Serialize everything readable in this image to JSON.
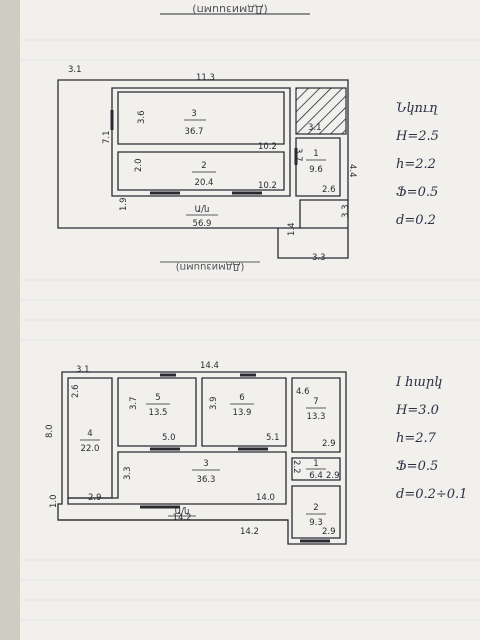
{
  "header": {
    "top_text": "(Ддмизuuмп)",
    "mid_text": "(Ддмизuuмп)"
  },
  "upper_plan": {
    "dim_outer_left": "3.1",
    "dim_top": "11.3",
    "dim_left_height": "7.1",
    "dim_room3_height": "3.6",
    "dim_room2_height": "2.0",
    "dim_bottom_left": "1.9",
    "dim_front_right": "10.2",
    "dim_front_bottom": "10.2",
    "dim_small_top": "3.7",
    "dim_small_right": "2.6",
    "dim_right_height": "4.4",
    "dim_right_lower": "3.3",
    "dim_step": "1.4",
    "dim_step_bottom": "3.3",
    "dim_hatched": "3.1",
    "room_3_num": "3",
    "room_3_area": "36.7",
    "room_2_num": "2",
    "room_2_area": "20.4",
    "room_1_num": "1",
    "room_1_area": "9.6",
    "total_label": "Ա/ն",
    "total_area": "56.9"
  },
  "upper_notes": {
    "title": "Նկուղ",
    "H": "H=2.5",
    "h": "h=2.2",
    "D": "Ֆ=0.5",
    "d": "d=0.2"
  },
  "lower_plan": {
    "dim_outer_left": "3.1",
    "dim_top": "14.4",
    "dim_left_upper": "2.6",
    "dim_left_height": "8.0",
    "dim_left_bottom": "2.9",
    "dim_offset": "1.0",
    "dim_bottom_inner": "14.0",
    "dim_total_bottom": "14.2",
    "dim_bottom_right": "14.2",
    "dim_room5_left": "3.7",
    "dim_room6_left": "3.9",
    "dim_room5_bottom": "5.0",
    "dim_room6_bottom": "5.1",
    "dim_room3_left": "3.3",
    "dim_room7_top": "4.6",
    "dim_room1_top": "2.9",
    "dim_room1_left": "2.2",
    "dim_room1_right": "2.9",
    "dim_room2_bottom": "2.9",
    "room_4_num": "4",
    "room_4_area": "22.0",
    "room_5_num": "5",
    "room_5_area": "13.5",
    "room_6_num": "6",
    "room_6_area": "13.9",
    "room_7_num": "7",
    "room_7_area": "13.3",
    "room_3_num": "3",
    "room_3_area": "36.3",
    "room_1_num": "1",
    "room_1_area": "6.4",
    "room_2_num": "2",
    "room_2_area": "9.3",
    "total_label": "Ա/ն"
  },
  "lower_notes": {
    "title": "I հարկ",
    "H": "H=3.0",
    "h": "h=2.7",
    "D": "Ֆ=0.5",
    "d": "d=0.2÷0.1"
  }
}
